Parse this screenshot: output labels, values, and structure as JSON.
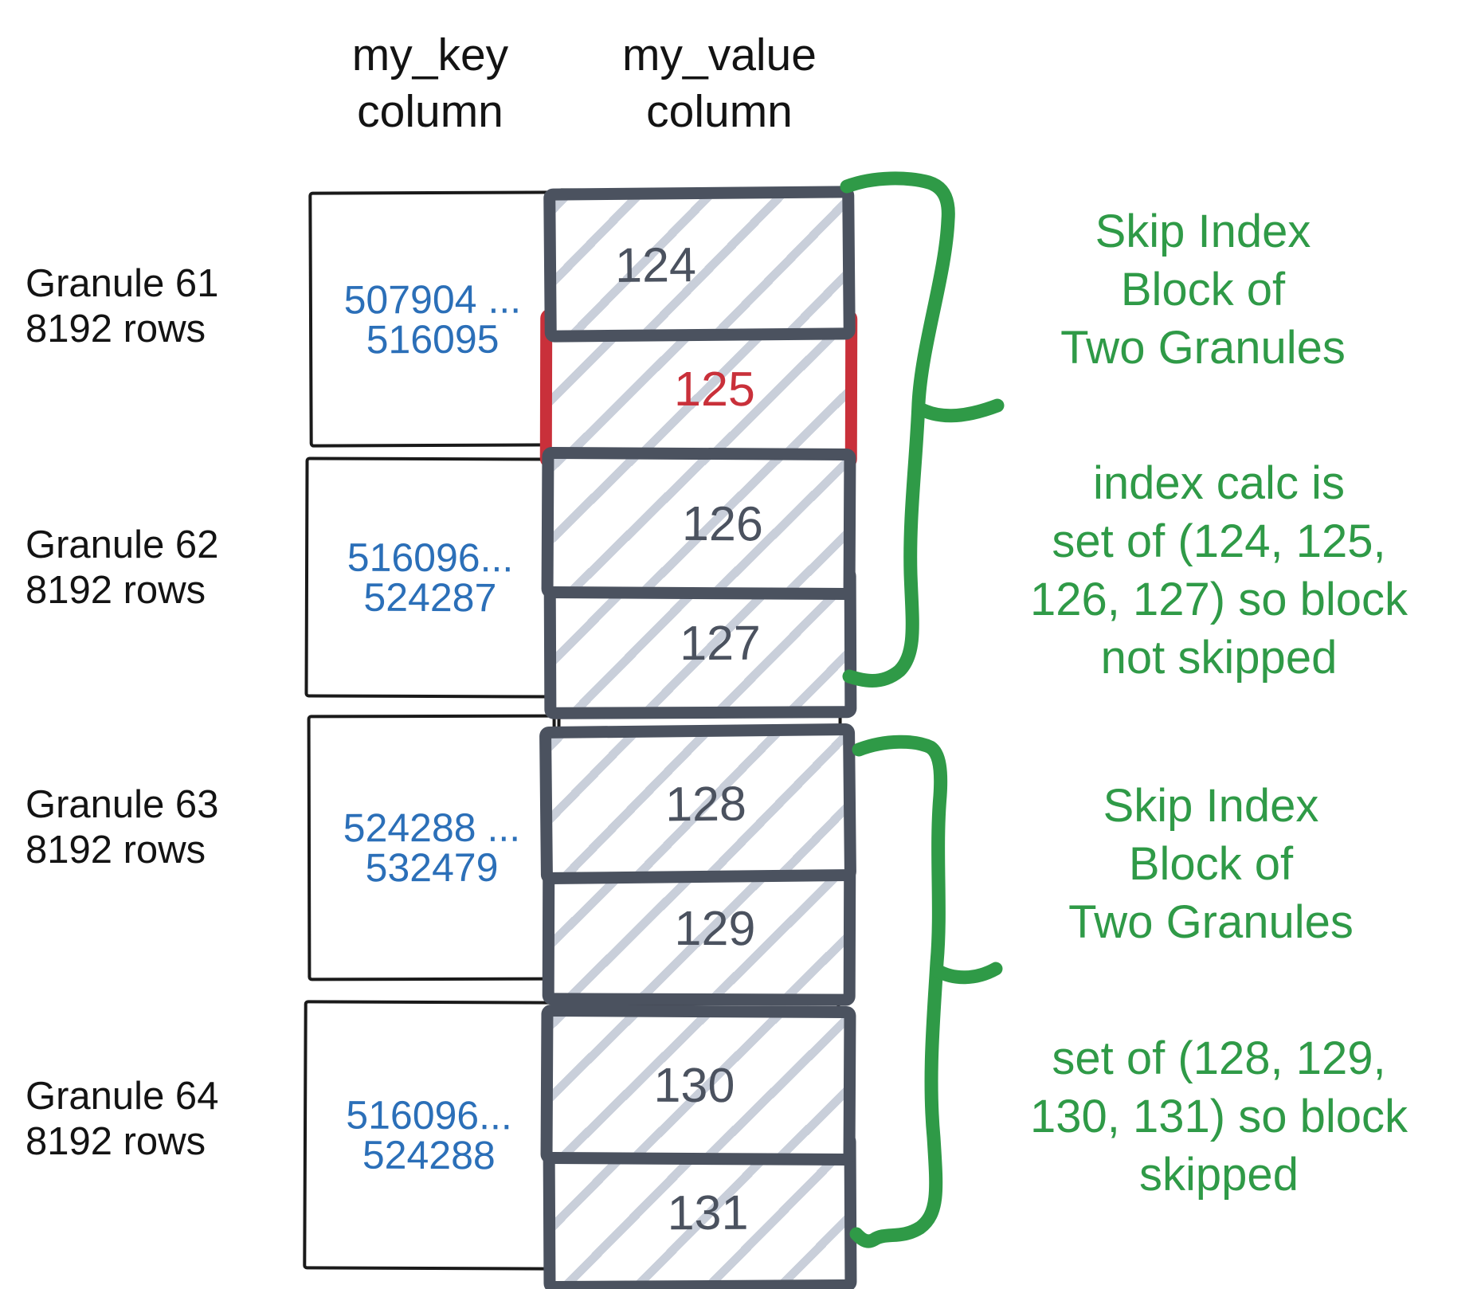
{
  "headers": {
    "key": {
      "line1": "my_key",
      "line2": "column"
    },
    "value": {
      "line1": "my_value",
      "line2": "column"
    }
  },
  "granules": [
    {
      "label": "Granule 61",
      "rows": "8192 rows",
      "key_range": {
        "from": "507904 ...",
        "to": "516095"
      },
      "value_blocks": [
        {
          "id": "124",
          "highlighted": false
        },
        {
          "id": "125",
          "highlighted": true
        }
      ]
    },
    {
      "label": "Granule 62",
      "rows": "8192 rows",
      "key_range": {
        "from": "516096...",
        "to": "524287"
      },
      "value_blocks": [
        {
          "id": "126",
          "highlighted": false
        },
        {
          "id": "127",
          "highlighted": false
        }
      ]
    },
    {
      "label": "Granule 63",
      "rows": "8192 rows",
      "key_range": {
        "from": "524288 ...",
        "to": "532479"
      },
      "value_blocks": [
        {
          "id": "128",
          "highlighted": false
        },
        {
          "id": "129",
          "highlighted": false
        }
      ]
    },
    {
      "label": "Granule 64",
      "rows": "8192 rows",
      "key_range": {
        "from": "516096...",
        "to": "524288"
      },
      "value_blocks": [
        {
          "id": "130",
          "highlighted": false
        },
        {
          "id": "131",
          "highlighted": false
        }
      ]
    }
  ],
  "annotations": [
    {
      "name": "skip-index-block-1",
      "line1": "Skip Index",
      "line2": "Block of",
      "line3": "Two Granules"
    },
    {
      "name": "index-calc-not-skipped",
      "line1": "index calc is",
      "line2": "set of (124, 125,",
      "line3": "126, 127) so block",
      "line4": "not skipped"
    },
    {
      "name": "skip-index-block-2",
      "line1": "Skip Index",
      "line2": "Block of",
      "line3": "Two Granules"
    },
    {
      "name": "index-calc-skipped",
      "line1": "set of (128, 129,",
      "line2": "130, 131) so block",
      "line3": "skipped"
    }
  ],
  "colors": {
    "key_text_blue": "#2b6fb8",
    "block_border_slate": "#4b525f",
    "highlight_red": "#c9303a",
    "annotation_green": "#2f9a47",
    "hatch_gray": "#c9cfda",
    "sketch_black": "#1a1a1a"
  }
}
